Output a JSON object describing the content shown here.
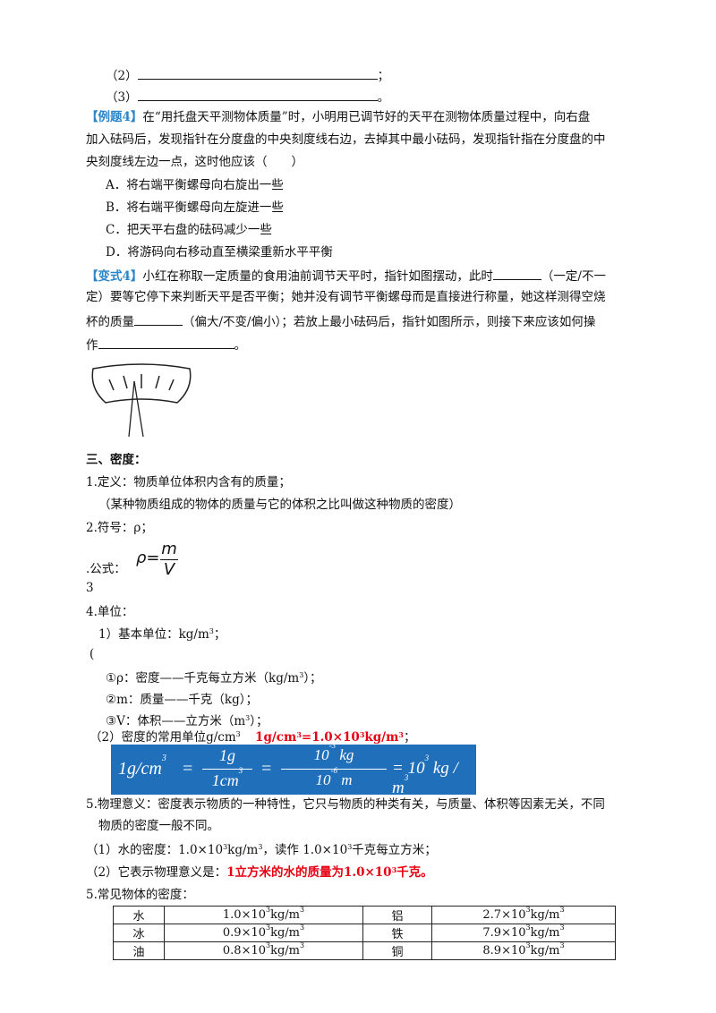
{
  "blanks": {
    "l2": "（2）",
    "l2end": "；",
    "l3": "（3）",
    "l3end": "。"
  },
  "ex4": {
    "tag": "【例题4】",
    "l1": "在“用托盘天平测物体质量”时，小明用已调节好的天平在测物体质量过程中，向右盘",
    "l2": "加入砝码后，发现指针在分度盘的中央刻度线右边，去掉其中最小砝码，发现指针指在分度盘的中",
    "l3": "央刻度线左边一点，这时他应该（　　）",
    "options": [
      "A．将右端平衡螺母向右旋出一些",
      "B．将右端平衡螺母向左旋进一些",
      "C．把天平右盘的砝码减少一些",
      "D．将游码向右移动直至横梁重新水平平衡"
    ]
  },
  "var4": {
    "tag": "【变式4】",
    "l1a": "小红在称取一定质量的食用油前调节天平时，指针如图摆动，此时",
    "l1b": "（一定/不一",
    "l2": "定）要等它停下来判断天平是否平衡；她并没有调节平衡螺母而是直接进行称量，她这样测得空烧",
    "l3a": "杯的质量",
    "l3b": "（偏大/不变/偏小）；若放上最小砝码后，指针如图所示，则接下来应该如何操",
    "l4a": "作",
    "l4b": "。"
  },
  "sec3": {
    "title": "三、密度：",
    "d1": "1.定义：物质单位体积内含有的质量；",
    "d1b": "（某种物质组成的物体的质量与它的体积之比叫做这种物质的密度）",
    "d2": "2.符号：ρ；",
    "formula_rho": "ρ=",
    "formula_m": "m",
    "formula_v": "V",
    "d3": ".公式：",
    "d3num": "3",
    "d4": "4.单位：",
    "u1": "1）基本单位：kg/m",
    "u1sup": "3",
    "u1end": "；",
    "paren": "(",
    "c1a": "①ρ：密度——千克每立方米（kg/m",
    "c1b": "）；",
    "c2": "②m：质量——千克（kg）；",
    "c3a": "③V：体积——立方米（m",
    "c3b": "）；",
    "u2a": "（2）密度的常用单位g/cm",
    "u2red_a": "1g/cm",
    "u2red_b": "=1.0×10",
    "u2red_c": "kg/m",
    "u2end": "；",
    "sup3": "3",
    "box": {
      "lhs": "1g/cm",
      "n1": "1g",
      "d1": "1cm",
      "n2": "10",
      "n2exp": "-3",
      "n2u": " kg",
      "d2": "10",
      "d2exp": "-6",
      "d2u": " m",
      "rhs": "= 10",
      "rhsexp": "3",
      "rhsu": " kg / m"
    },
    "m5a": "5.物理意义：密度表示物质的一种特性，它只与物质的种类有关，与质量、体积等因素无关，不同",
    "m5b": "物质的密度一般不同。",
    "w1a": "（1）水的密度：1.0×10",
    "w1b": "kg/m",
    "w1c": "，读作 1.0×10",
    "w1d": "千克每立方米；",
    "w2a": "（2）它表示物理意义是：",
    "w2red_a": "1立方米的水的质量为1.0×10",
    "w2red_b": "千克。",
    "common": "5.常见物体的密度：",
    "table": [
      [
        "水",
        "1.0×10",
        "铝",
        "2.7×10"
      ],
      [
        "冰",
        "0.9×10",
        "铁",
        "7.9×10"
      ],
      [
        "油",
        "0.8×10",
        "铜",
        "8.9×10"
      ]
    ],
    "tunit": "kg/m"
  }
}
